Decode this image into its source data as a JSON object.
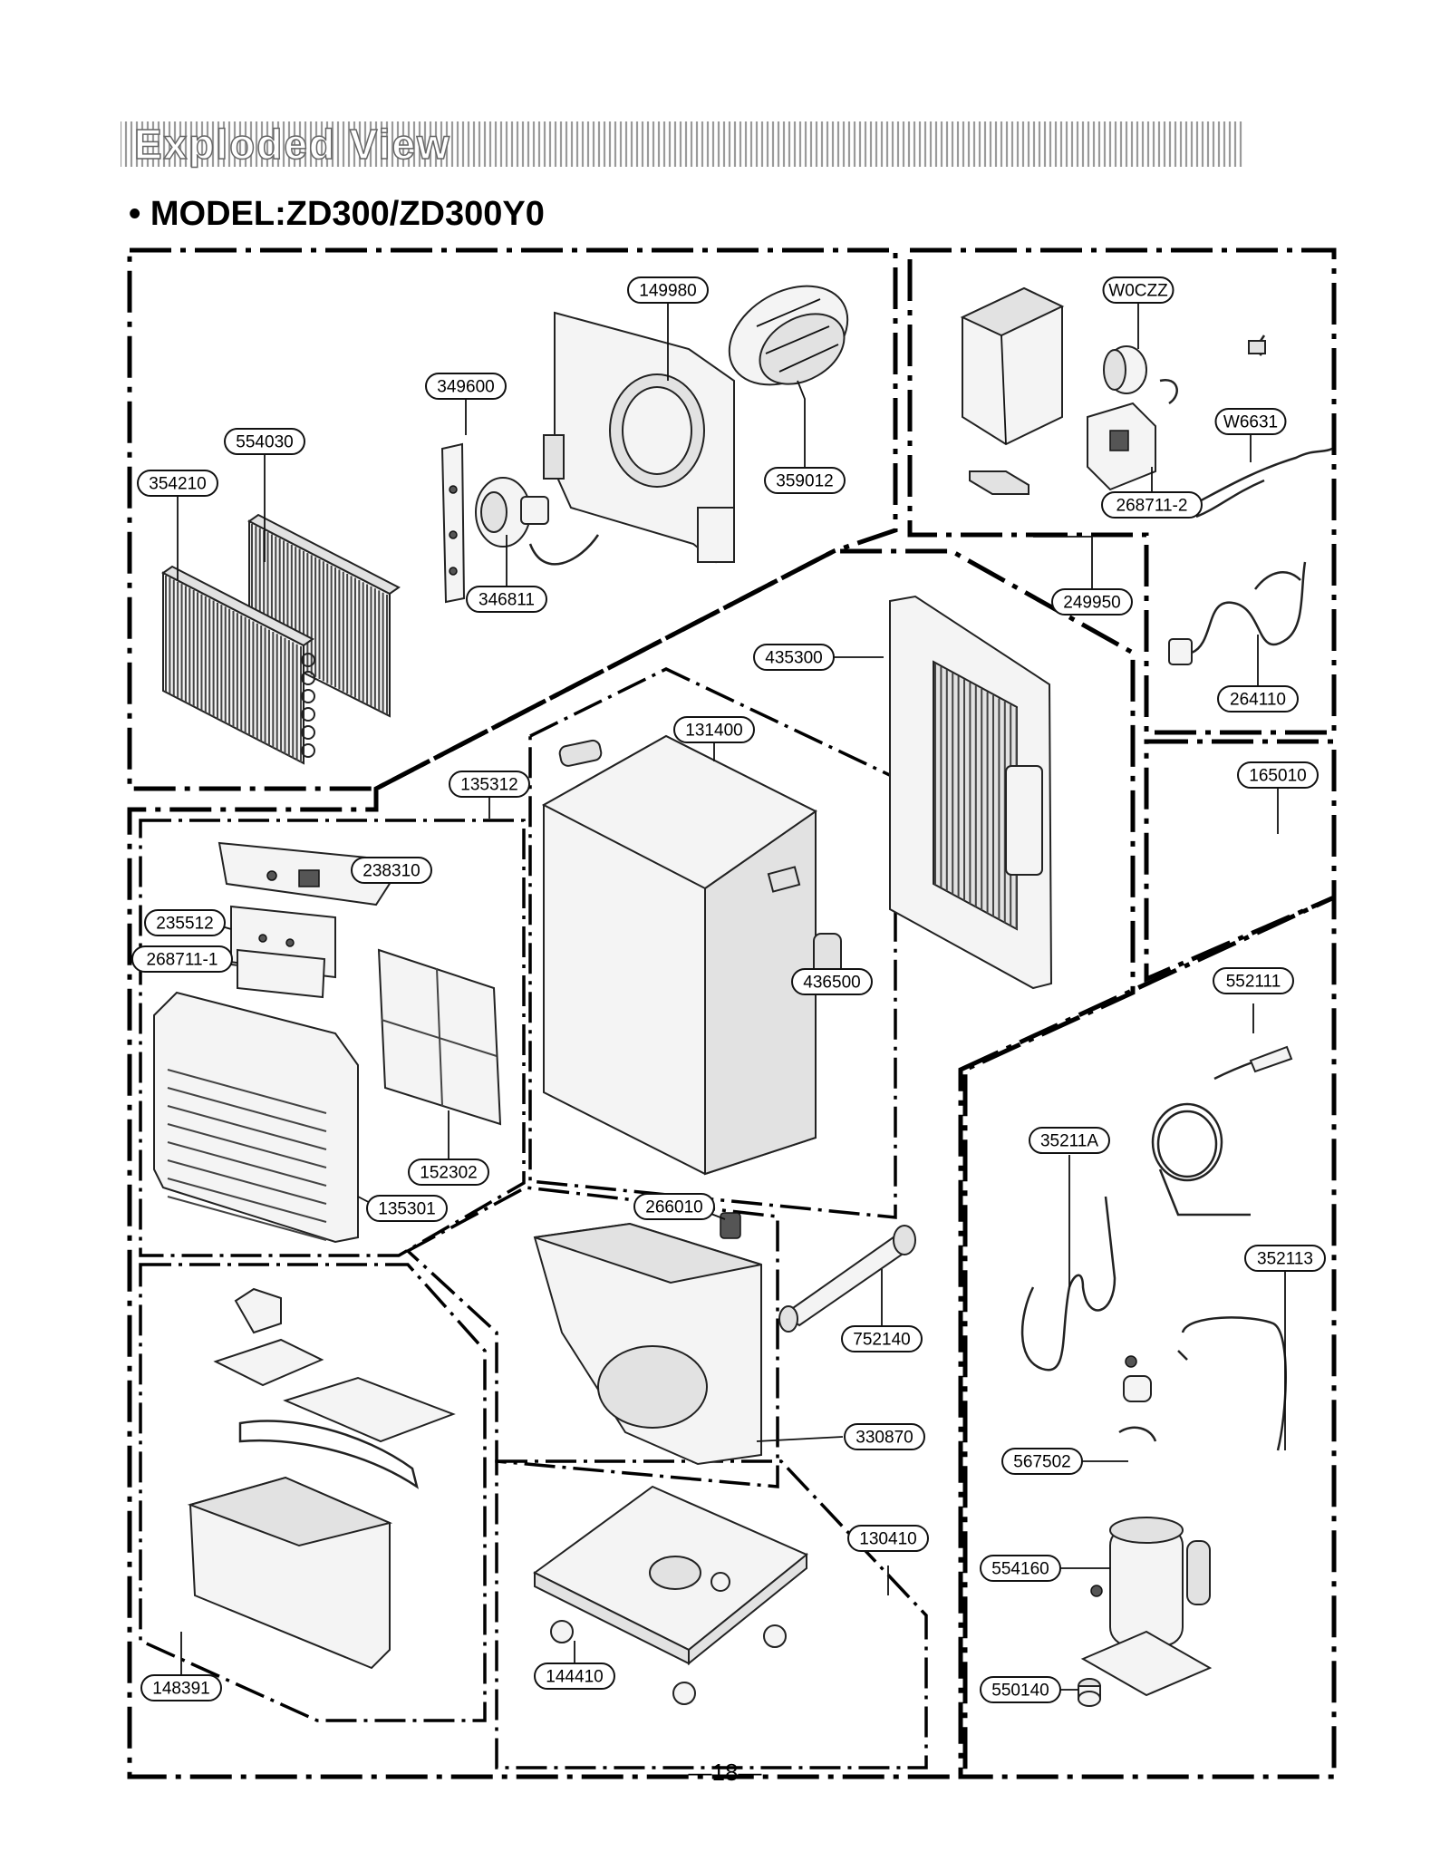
{
  "header": {
    "title": "Exploded View"
  },
  "model_label": "• MODEL:ZD300/ZD300Y0",
  "page_number": "—18—",
  "callouts": [
    {
      "id": "c149980",
      "label": "149980"
    },
    {
      "id": "c349600",
      "label": "349600"
    },
    {
      "id": "c554030",
      "label": "554030"
    },
    {
      "id": "c354210",
      "label": "354210"
    },
    {
      "id": "c359012",
      "label": "359012"
    },
    {
      "id": "c346811",
      "label": "346811"
    },
    {
      "id": "cW0CZZ",
      "label": "W0CZZ"
    },
    {
      "id": "cW6631",
      "label": "W6631"
    },
    {
      "id": "c268711_2",
      "label": "268711-2"
    },
    {
      "id": "c249950",
      "label": "249950"
    },
    {
      "id": "c264110",
      "label": "264110"
    },
    {
      "id": "c435300",
      "label": "435300"
    },
    {
      "id": "c131400",
      "label": "131400"
    },
    {
      "id": "c135312",
      "label": "135312"
    },
    {
      "id": "c165010",
      "label": "165010"
    },
    {
      "id": "c238310",
      "label": "238310"
    },
    {
      "id": "c235512",
      "label": "235512"
    },
    {
      "id": "c268711_1",
      "label": "268711-1"
    },
    {
      "id": "c436500",
      "label": "436500"
    },
    {
      "id": "c552111",
      "label": "552111"
    },
    {
      "id": "c152302",
      "label": "152302"
    },
    {
      "id": "c135301",
      "label": "135301"
    },
    {
      "id": "c35211A",
      "label": "35211A"
    },
    {
      "id": "c266010",
      "label": "266010"
    },
    {
      "id": "c352113",
      "label": "352113"
    },
    {
      "id": "c752140",
      "label": "752140"
    },
    {
      "id": "c330870",
      "label": "330870"
    },
    {
      "id": "c567502",
      "label": "567502"
    },
    {
      "id": "c130410",
      "label": "130410"
    },
    {
      "id": "c554160",
      "label": "554160"
    },
    {
      "id": "c148391",
      "label": "148391"
    },
    {
      "id": "c144410",
      "label": "144410"
    },
    {
      "id": "c550140",
      "label": "550140"
    }
  ]
}
